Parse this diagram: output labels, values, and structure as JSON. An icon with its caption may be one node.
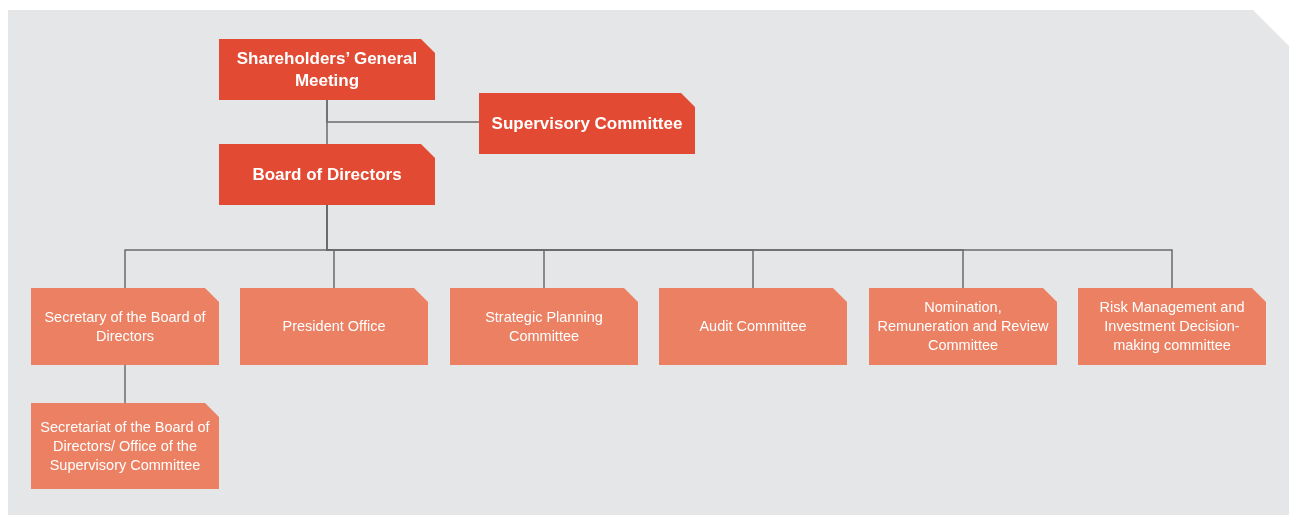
{
  "diagram": {
    "nodes": [
      {
        "text": [
          "Shareholders’ General Meeting"
        ]
      },
      {
        "text": [
          "Supervisory Committee"
        ]
      },
      {
        "text": [
          "Board of Directors"
        ]
      },
      {
        "text": [
          "Secretary of the Board of Directors"
        ]
      },
      {
        "text": [
          "President Office"
        ]
      },
      {
        "text": [
          "Strategic Planning Committee"
        ]
      },
      {
        "text": [
          "Audit Committee"
        ]
      },
      {
        "text": [
          "Nomination, Remuneration and Review Committee"
        ]
      },
      {
        "text": [
          "Risk Management and Investment Decision-making committee"
        ]
      },
      {
        "text": [
          "Secretariat of the Board of Directors/ Office of the Supervisory Committee"
        ]
      }
    ],
    "edges": [
      {
        "from": 0,
        "to": 2,
        "arrow": "none"
      },
      {
        "from": 0,
        "to": 1,
        "arrow": "none"
      },
      {
        "from": 2,
        "to": 3,
        "arrow": "none"
      },
      {
        "from": 2,
        "to": 4,
        "arrow": "none"
      },
      {
        "from": 2,
        "to": 5,
        "arrow": "none"
      },
      {
        "from": 2,
        "to": 6,
        "arrow": "none"
      },
      {
        "from": 2,
        "to": 7,
        "arrow": "none"
      },
      {
        "from": 2,
        "to": 8,
        "arrow": "none"
      },
      {
        "from": 3,
        "to": 9,
        "arrow": "none"
      }
    ]
  }
}
